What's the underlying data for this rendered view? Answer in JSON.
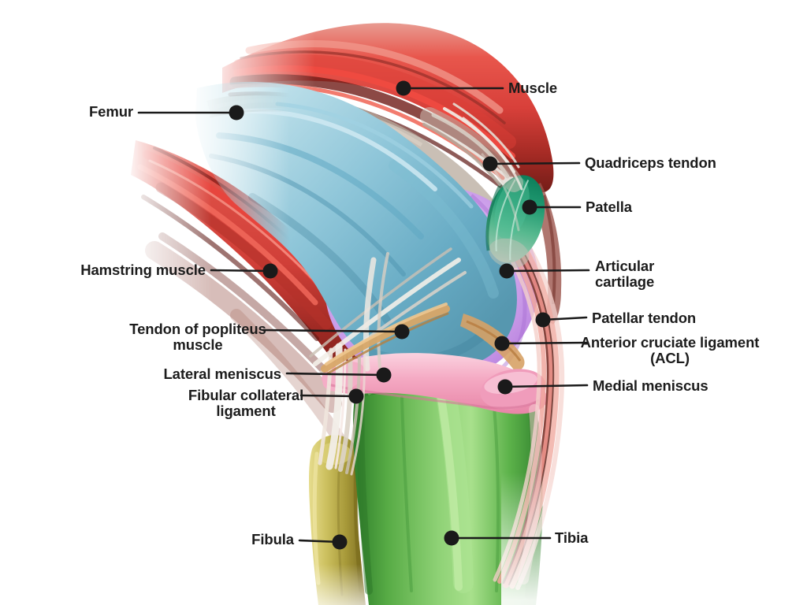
{
  "figure": {
    "type": "anatomical-diagram",
    "subject": "Human knee joint, side view with labeled structures"
  },
  "palette": {
    "background": "#ffffff",
    "label_text": "#1c1c1c",
    "leader_line": "#1a1a1a",
    "femur_bone": "#7db9d1",
    "tibia_bone": "#58b148",
    "fibula_bone": "#b2a43d",
    "patella_bone": "#1f9873",
    "articular_cartilage": "#c79ae8",
    "meniscus": "#f19cba",
    "muscle_red": "#d8423c",
    "tendon_fibers": "#d9d0c5",
    "popliteus_tendon": "#d8a667",
    "patellar_tendon": "#e8938b"
  },
  "labels": {
    "muscle": "Muscle",
    "femur": "Femur",
    "quadriceps_tendon": "Quadriceps tendon",
    "patella": "Patella",
    "hamstring_muscle": "Hamstring muscle",
    "articular_cartilage": [
      "Articular",
      "cartilage"
    ],
    "patellar_tendon": "Patellar tendon",
    "anterior_cruciate_ligament": [
      "Anterior cruciate ligament",
      "(ACL)"
    ],
    "medial_meniscus": "Medial meniscus",
    "tendon_of_popliteus_muscle": [
      "Tendon of popliteus",
      "muscle"
    ],
    "lateral_meniscus": "Lateral meniscus",
    "fibular_collateral_ligament": [
      "Fibular collateral",
      "ligament"
    ],
    "fibula": "Fibula",
    "tibia": "Tibia"
  }
}
